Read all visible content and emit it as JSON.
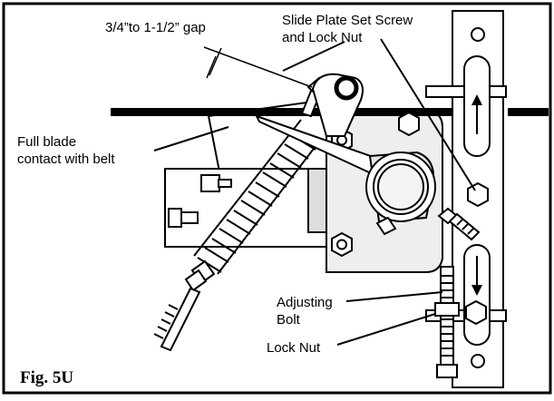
{
  "figure": {
    "caption": "Fig. 5U",
    "labels": {
      "gap": "3/4”to 1-1/2” gap",
      "slide_line1": "Slide Plate Set Screw",
      "slide_line2": "and Lock Nut",
      "blade_line1": "Full blade",
      "blade_line2": "contact with belt",
      "adjust_line1": "Adjusting",
      "adjust_line2": "Bolt",
      "locknut": "Lock Nut"
    }
  }
}
